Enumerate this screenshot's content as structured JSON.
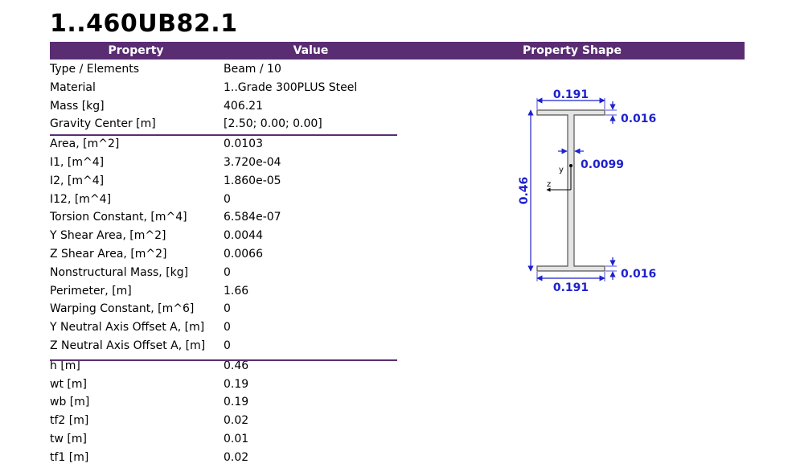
{
  "title": "1..460UB82.1",
  "header": {
    "property": "Property",
    "value": "Value",
    "shape": "Property Shape"
  },
  "group1": [
    {
      "key": "Type / Elements",
      "value": "Beam / 10"
    },
    {
      "key": "Material",
      "value": "1..Grade 300PLUS Steel"
    },
    {
      "key": "Mass [kg]",
      "value": "406.21"
    },
    {
      "key": "Gravity Center [m]",
      "value": "[2.50; 0.00; 0.00]"
    }
  ],
  "group2": [
    {
      "key": "Area, [m^2]",
      "value": "0.0103"
    },
    {
      "key": "I1, [m^4]",
      "value": "3.720e-04"
    },
    {
      "key": "I2, [m^4]",
      "value": "1.860e-05"
    },
    {
      "key": "I12, [m^4]",
      "value": "0"
    },
    {
      "key": "Torsion Constant, [m^4]",
      "value": "6.584e-07"
    },
    {
      "key": "Y Shear Area, [m^2]",
      "value": "0.0044"
    },
    {
      "key": "Z Shear Area, [m^2]",
      "value": "0.0066"
    },
    {
      "key": "Nonstructural Mass, [kg]",
      "value": "0"
    },
    {
      "key": "Perimeter, [m]",
      "value": "1.66"
    },
    {
      "key": "Warping Constant, [m^6]",
      "value": "0"
    },
    {
      "key": "Y Neutral Axis Offset A, [m]",
      "value": "0"
    },
    {
      "key": "Z Neutral Axis Offset A, [m]",
      "value": "0"
    }
  ],
  "group3": [
    {
      "key": "h [m]",
      "value": "0.46"
    },
    {
      "key": "wt [m]",
      "value": "0.19"
    },
    {
      "key": "wb [m]",
      "value": "0.19"
    },
    {
      "key": "tf2 [m]",
      "value": "0.02"
    },
    {
      "key": "tw [m]",
      "value": "0.01"
    },
    {
      "key": "tf1 [m]",
      "value": "0.02"
    }
  ],
  "shape": {
    "top_width": "0.191",
    "bottom_width": "0.191",
    "top_flange_thickness": "0.016",
    "bottom_flange_thickness": "0.016",
    "web_thickness": "0.0099",
    "height": "0.46",
    "axis_y": "y",
    "axis_z": "z",
    "dim_color": "#1e22cc",
    "outline_color": "#555555",
    "fill_color": "#e4e4e4"
  },
  "colors": {
    "header_bg": "#5a2d73",
    "header_text": "#ffffff",
    "separator": "#5a2d73"
  }
}
